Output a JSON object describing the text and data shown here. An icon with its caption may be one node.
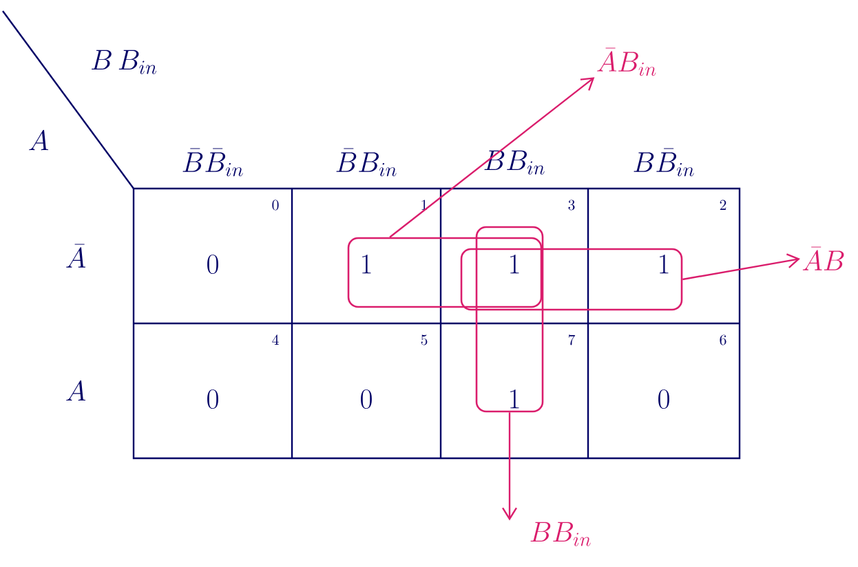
{
  "diagram": {
    "nodes": [
      {
        "text": [
          "\\bar{A}B_{in}"
        ]
      },
      {
        "text": [],
        "shape": "box"
      },
      {
        "text": [],
        "shape": "box"
      },
      {
        "text": [
          "\\bar{A}B"
        ]
      },
      {
        "text": [],
        "shape": "box"
      },
      {
        "text": [
          "BB_{in}"
        ]
      }
    ],
    "edges": [
      {
        "from": 1,
        "to": 0,
        "arrow": "to"
      },
      {
        "from": 2,
        "to": 3,
        "arrow": "to"
      },
      {
        "from": 4,
        "to": 5,
        "arrow": "to"
      }
    ],
    "labels": [
      "B\\,B_{in}",
      "A",
      "\\bar{B}\\bar{B}_{in}",
      "\\bar{B}B_{in}",
      "BB_{in}",
      "B\\bar{B}_{in}",
      "\\bar{A}",
      "0",
      "0",
      "1",
      "1",
      "3",
      "1",
      "2",
      "1",
      "A",
      "4",
      "0",
      "5",
      "0",
      "7",
      "1",
      "6",
      "0"
    ]
  }
}
